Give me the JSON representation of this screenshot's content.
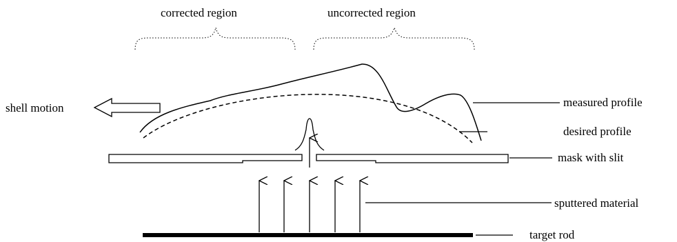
{
  "labels": {
    "corrected_region": "corrected region",
    "uncorrected_region": "uncorrected region",
    "shell_motion": "shell motion",
    "measured_profile": "measured profile",
    "desired_profile": "desired profile",
    "mask_with_slit": "mask with slit",
    "sputtered_material": "sputtered material",
    "target_rod": "target rod"
  },
  "colors": {
    "line": "#000000",
    "background": "#ffffff"
  }
}
